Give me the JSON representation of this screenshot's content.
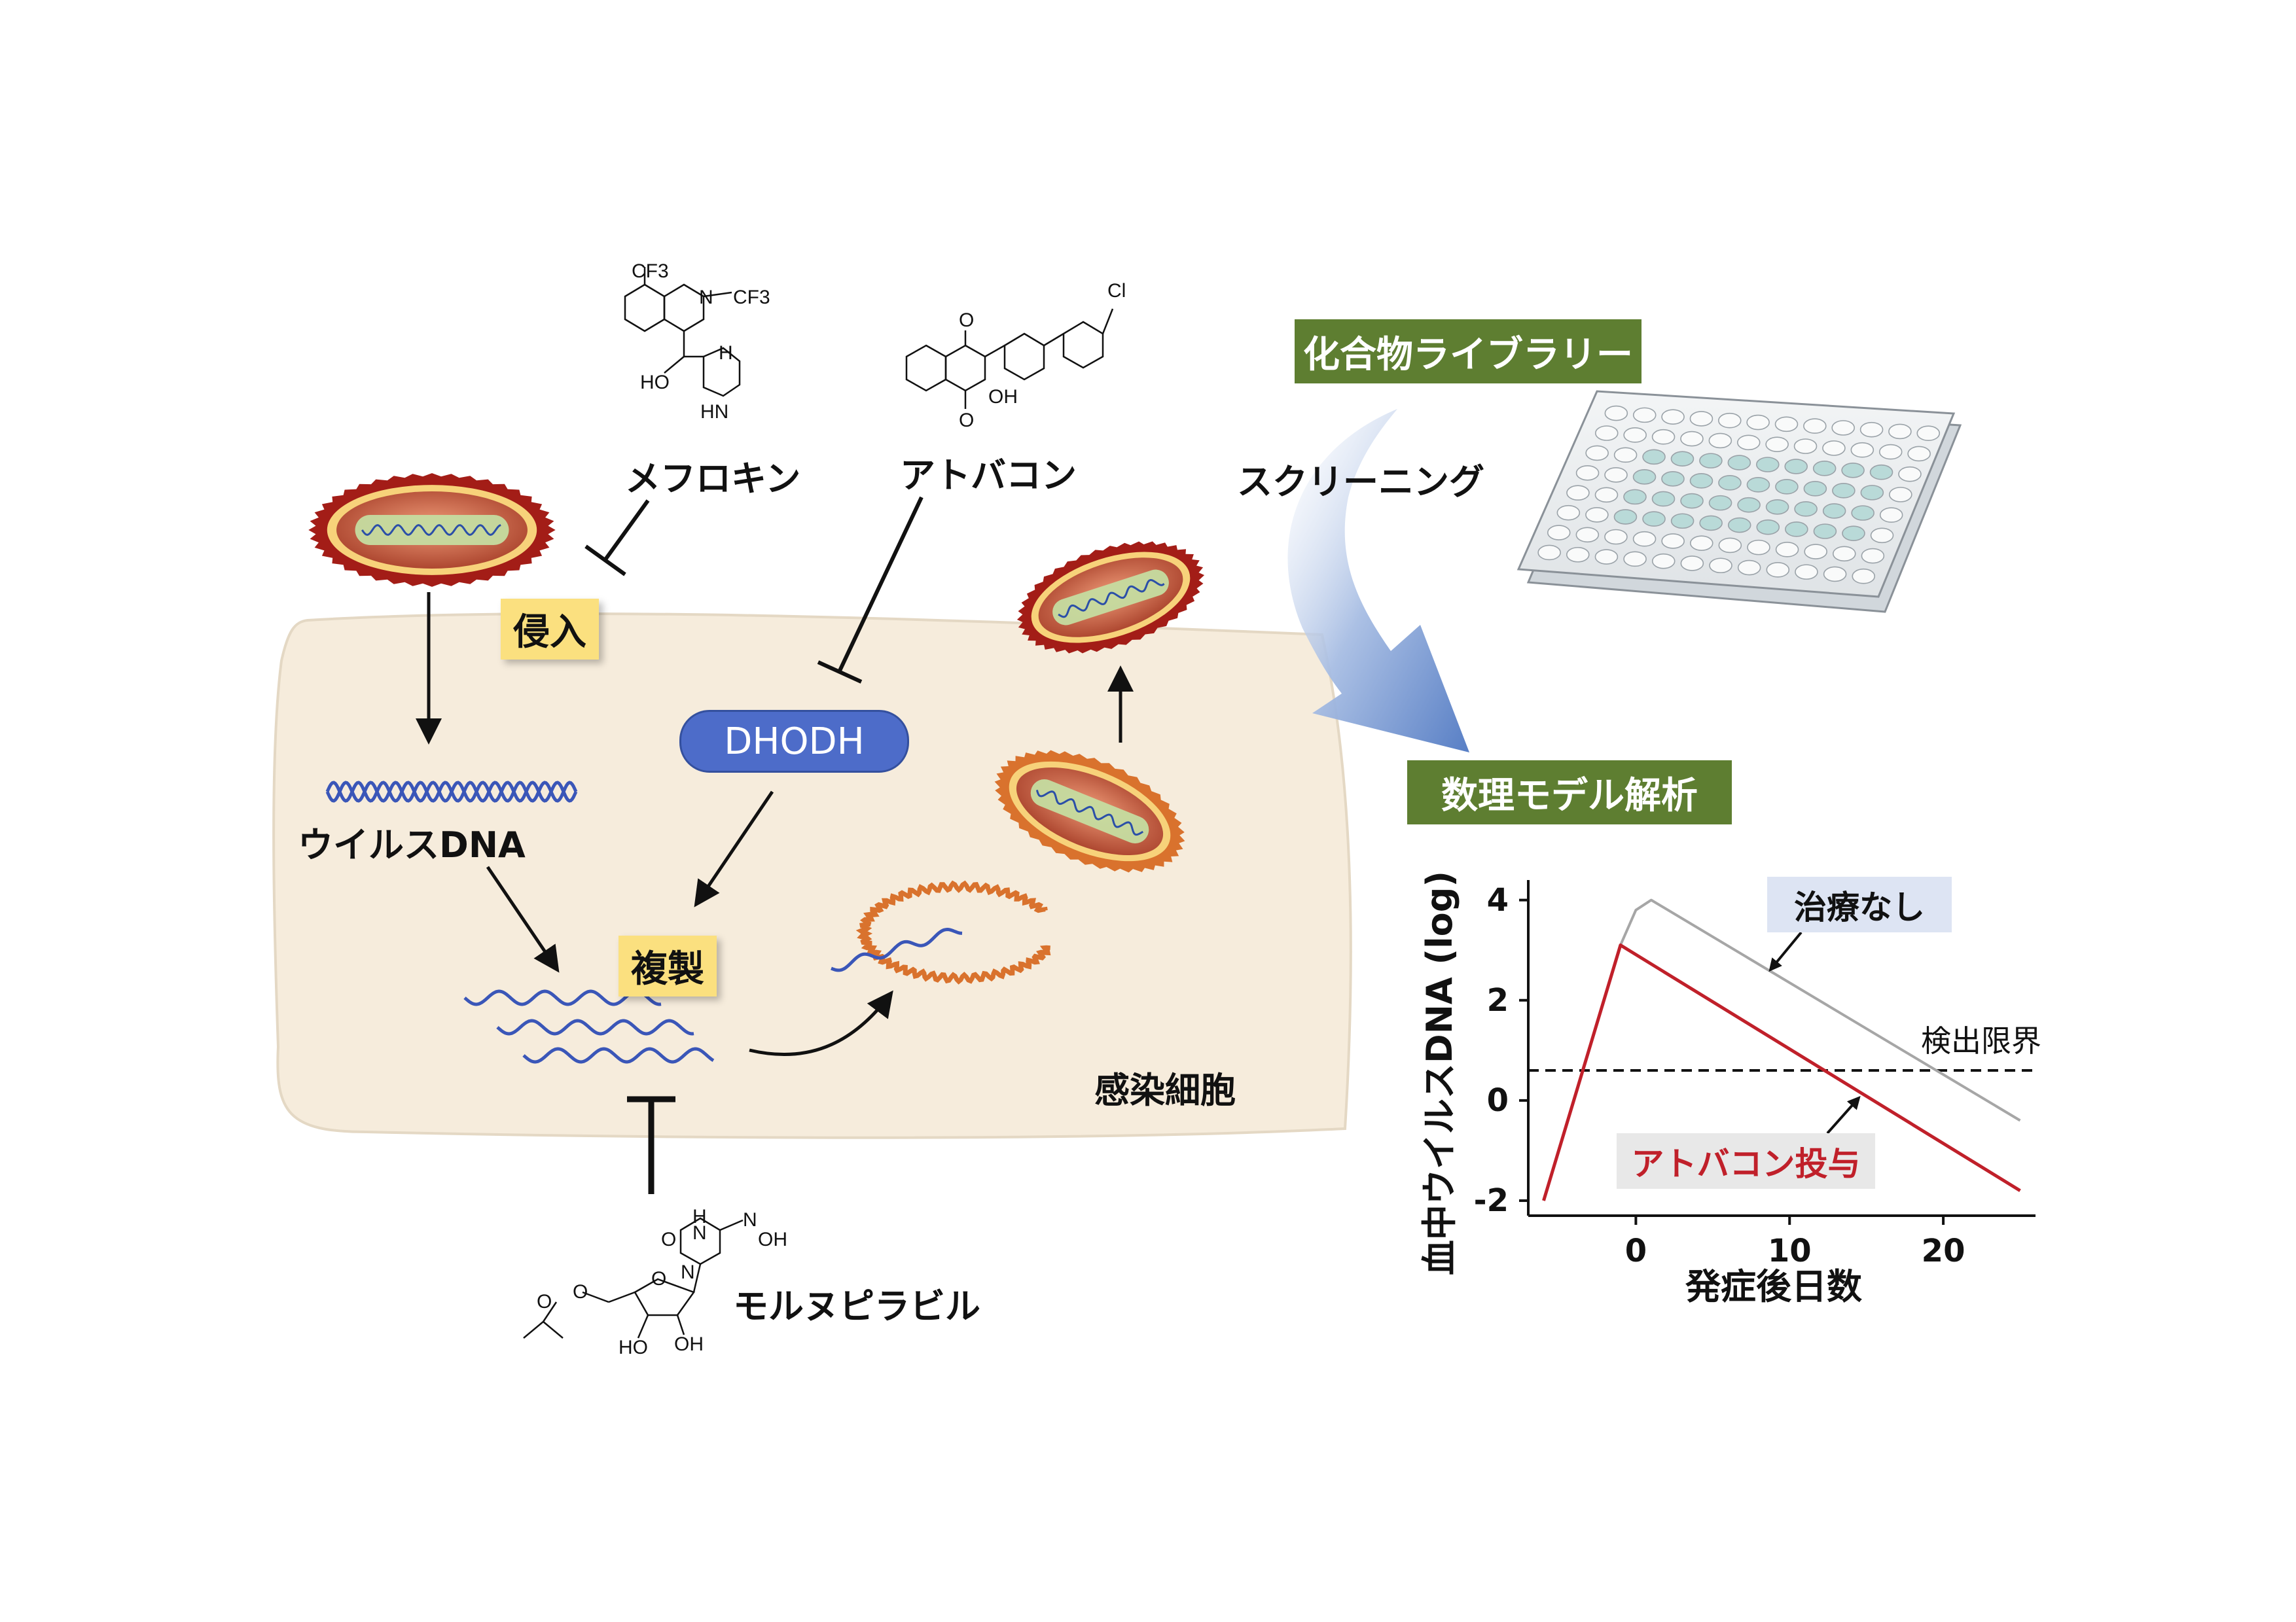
{
  "drugs": {
    "mefloquine": "メフロキン",
    "atovaquone": "アトバコン",
    "molnupiravir": "モルヌピラビル"
  },
  "labels": {
    "entry": "侵入",
    "replication": "複製",
    "viral_dna": "ウイルスDNA",
    "dhodh": "DHODH",
    "infected_cell": "感染細胞",
    "library": "化合物ライブラリー",
    "screening": "スクリーニング",
    "modeling": "数理モデル解析"
  },
  "chem": {
    "cf3_a": "CF3",
    "cf3_b": "CF3",
    "n": "N",
    "h": "H",
    "ho": "HO",
    "hn": "HN",
    "cl": "Cl",
    "o_top": "O",
    "o_bottom": "O",
    "oh": "OH",
    "nh": "N",
    "h_top": "H",
    "n_oh": "N",
    "oh_right": "OH",
    "o_carb": "O",
    "n_ring": "N",
    "o_ester": "O",
    "o_ester2": "O",
    "o_sugar": "O",
    "ho_sugar": "HO",
    "oh_sugar": "OH"
  },
  "chart_data": {
    "type": "line",
    "xlabel": "発症後日数",
    "ylabel": "血中ウイルスDNA (log)",
    "xlim": [
      -7,
      26
    ],
    "ylim": [
      -2.3,
      4.4
    ],
    "xticks": [
      0,
      10,
      20
    ],
    "yticks": [
      -2,
      0,
      2,
      4
    ],
    "grid": false,
    "series": [
      {
        "name": "治療なし",
        "color": "#a6a6a6",
        "x": [
          -6,
          -1,
          0,
          1,
          25
        ],
        "y": [
          -2.0,
          3.1,
          3.8,
          4.0,
          -0.4
        ]
      },
      {
        "name": "アトバコン投与",
        "color": "#c0202a",
        "x": [
          -6,
          -1,
          25
        ],
        "y": [
          -2.0,
          3.1,
          -1.8
        ]
      }
    ],
    "threshold": {
      "label": "検出限界",
      "y": 0.6
    },
    "annotations": {
      "untreated_box_color": "#dde4f3",
      "treated_box_color": "#e8e8e8"
    }
  }
}
